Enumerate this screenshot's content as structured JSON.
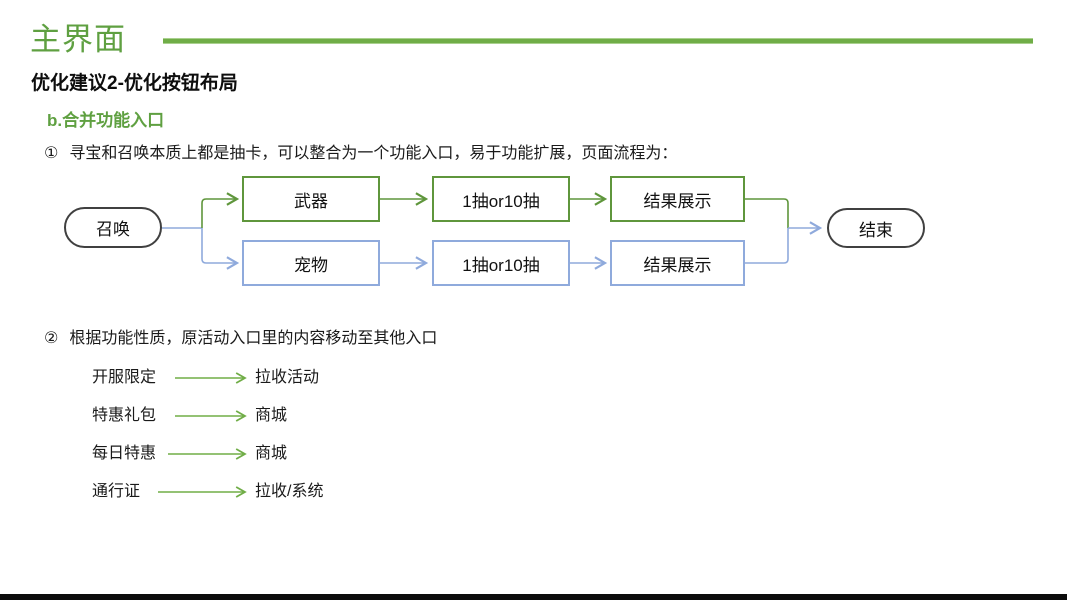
{
  "slide": {
    "title": "主界面",
    "subtitle": "优化建议2-优化按钮布局",
    "section_heading": "b.合并功能入口",
    "point1": {
      "num": "①",
      "text": "寻宝和召唤本质上都是抽卡，可以整合为一个功能入口，易于功能扩展，页面流程为："
    },
    "point2": {
      "num": "②",
      "text": "根据功能性质，原活动入口里的内容移动至其他入口"
    }
  },
  "flowchart": {
    "start_node": "召唤",
    "end_node": "结束",
    "branches": [
      {
        "name": "weapon-branch",
        "color": "#5f963c",
        "steps": [
          "武器",
          "1抽or10抽",
          "结果展示"
        ]
      },
      {
        "name": "pet-branch",
        "color": "#8faadc",
        "steps": [
          "宠物",
          "1抽or10抽",
          "结果展示"
        ]
      }
    ]
  },
  "mapping_list": [
    {
      "from": "开服限定",
      "to": "拉收活动"
    },
    {
      "from": "特惠礼包",
      "to": "商城"
    },
    {
      "from": "每日特惠",
      "to": "商城"
    },
    {
      "from": "通行证",
      "to": "拉收/系统"
    }
  ],
  "colors": {
    "title_green": "#5fa041",
    "divider_green": "#70ad47",
    "flow_green": "#5f963c",
    "flow_blue": "#8faadc",
    "node_border": "#404040",
    "arrow_green": "#70ad47",
    "bottom_bar": "#0c0c0c"
  }
}
